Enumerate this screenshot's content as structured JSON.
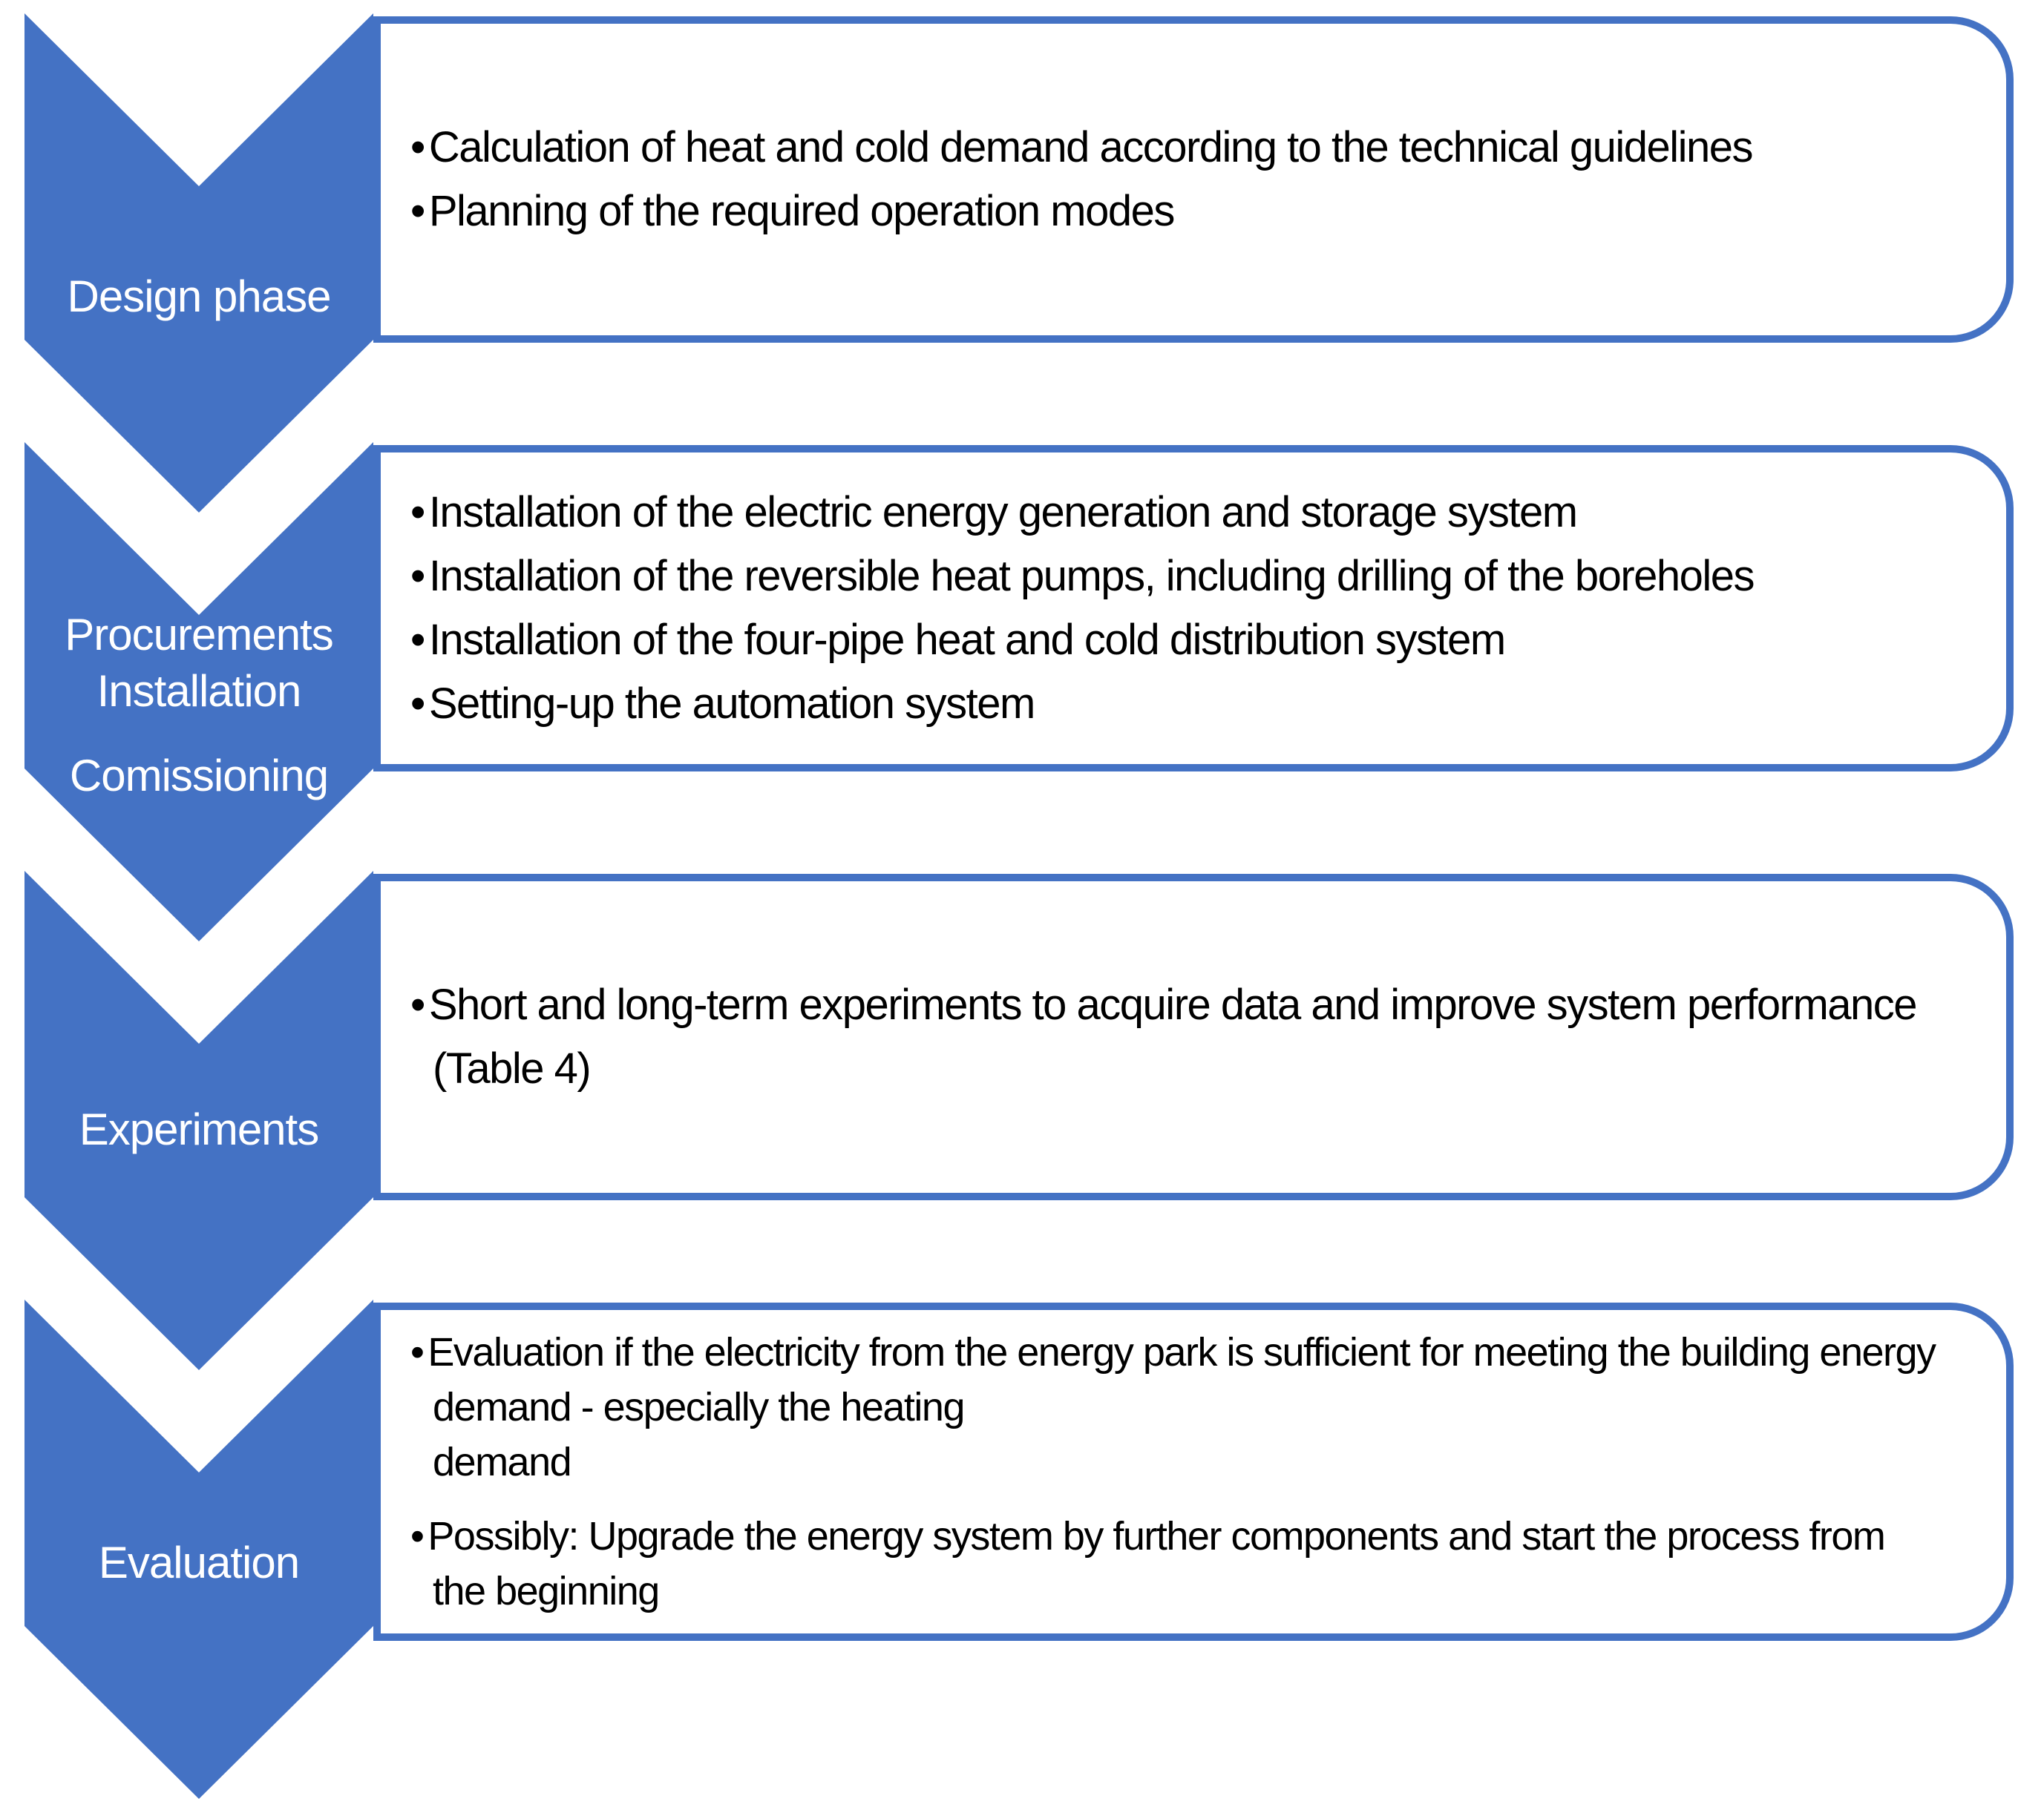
{
  "diagram": {
    "type": "vertical-chevron-process-list",
    "bullet_char": "•",
    "colors": {
      "accent": "#4472C4",
      "chevron_fill": "#4472C4",
      "box_border": "#4472C4",
      "label_text": "#FFFFFF",
      "body_text": "#000000",
      "background": "#FFFFFF"
    },
    "stages": [
      {
        "label_paragraphs": [
          "Design phase"
        ],
        "bullets": [
          "Calculation of heat and cold demand according to the technical guidelines",
          "Planning of the required operation modes"
        ]
      },
      {
        "label_paragraphs": [
          "Procurements Installation",
          "Comissioning"
        ],
        "bullets": [
          "Installation of the electric energy generation and storage system",
          "Installation of the reversible heat pumps, including drilling of the boreholes",
          "Installation of the four-pipe heat and cold distribution system",
          "Setting-up the automation system"
        ]
      },
      {
        "label_paragraphs": [
          "Experiments"
        ],
        "bullets": [
          "Short and long-term experiments to acquire data and improve system performance (Table 4)"
        ]
      },
      {
        "label_paragraphs": [
          "Evaluation"
        ],
        "bullets": [
          "Evaluation if the electricity from the energy park is sufficient for meeting the building energy demand - especially the heating\ndemand",
          "Possibly: Upgrade the energy system by further components and start the process from the beginning"
        ]
      }
    ]
  }
}
